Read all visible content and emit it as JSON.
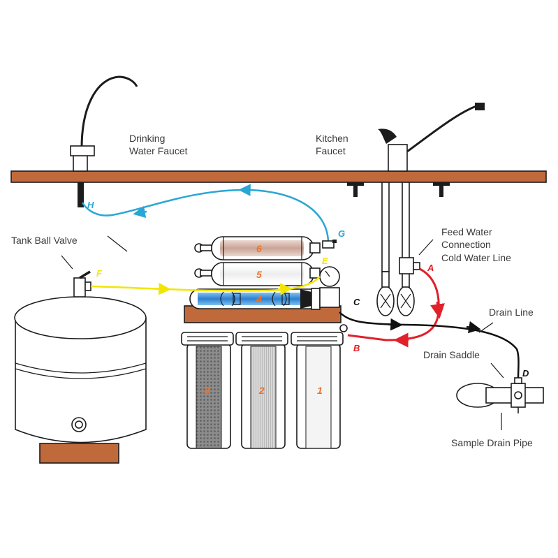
{
  "labels": {
    "drinking_faucet": [
      "Drinking",
      "Water Faucet"
    ],
    "kitchen_faucet": [
      "Kitchen",
      "Faucet"
    ],
    "tank_ball_valve": "Tank Ball Valve",
    "feed_water": [
      "Feed Water",
      "Connection",
      "Cold Water Line"
    ],
    "drain_line": "Drain Line",
    "drain_saddle": "Drain Saddle",
    "sample_drain_pipe": "Sample Drain Pipe"
  },
  "connection_points": {
    "A": "A",
    "B": "B",
    "C": "C",
    "D": "D",
    "E": "E",
    "F": "F",
    "G": "G",
    "H": "H"
  },
  "filter_stages": {
    "s1": "1",
    "s2": "2",
    "s3": "3",
    "s4": "4",
    "s5": "5",
    "s6": "6"
  },
  "line_colors": {
    "feed": "#e0202a",
    "drain": "#111111",
    "tank": "#f2e600",
    "faucet": "#2aa6d6",
    "counter": "#c06a3c",
    "stage_label": "#e8742c"
  }
}
